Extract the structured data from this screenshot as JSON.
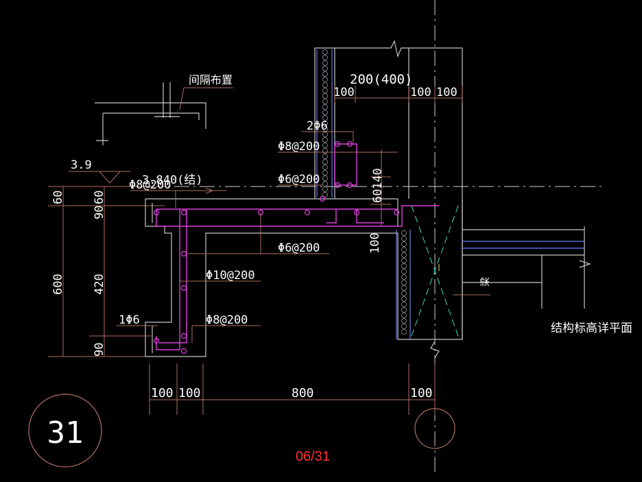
{
  "labels": {
    "spacing_note": "间隔布置",
    "elevation_left": "3.9",
    "elevation_struct": "3.840(结)",
    "rebar_top_stirrup": "Φ8@200",
    "rebar_2phi6": "2Φ6",
    "rebar_phi8_wall": "Φ8@200",
    "rebar_phi6_wall": "Φ6@200",
    "rebar_phi6_slab": "Φ6@200",
    "rebar_phi10": "Φ10@200",
    "rebar_1phi6": "1Φ6",
    "rebar_phi8_bottom": "Φ8@200",
    "beam_label": "梁",
    "plan_note": "结构标高详平面",
    "detail_number": "31",
    "page_indicator": "06/31"
  },
  "dimensions": {
    "top_200_400": "200(400)",
    "top_100a": "100",
    "top_100b": "100",
    "top_100c": "100",
    "v_60_outer": "60",
    "v_600": "600",
    "v_90": "90",
    "v_60_inner": "60",
    "v_420": "420",
    "v_90b": "90",
    "v_140": "140",
    "v_60_right": "60",
    "v_100_right": "100",
    "b_100a": "100",
    "b_100b": "100",
    "b_800": "800",
    "b_100c": "100"
  },
  "colors": {
    "background": "#000000",
    "dimension": "#b07060",
    "rebar": "#e040e0",
    "page_indicator": "#ff3030"
  }
}
